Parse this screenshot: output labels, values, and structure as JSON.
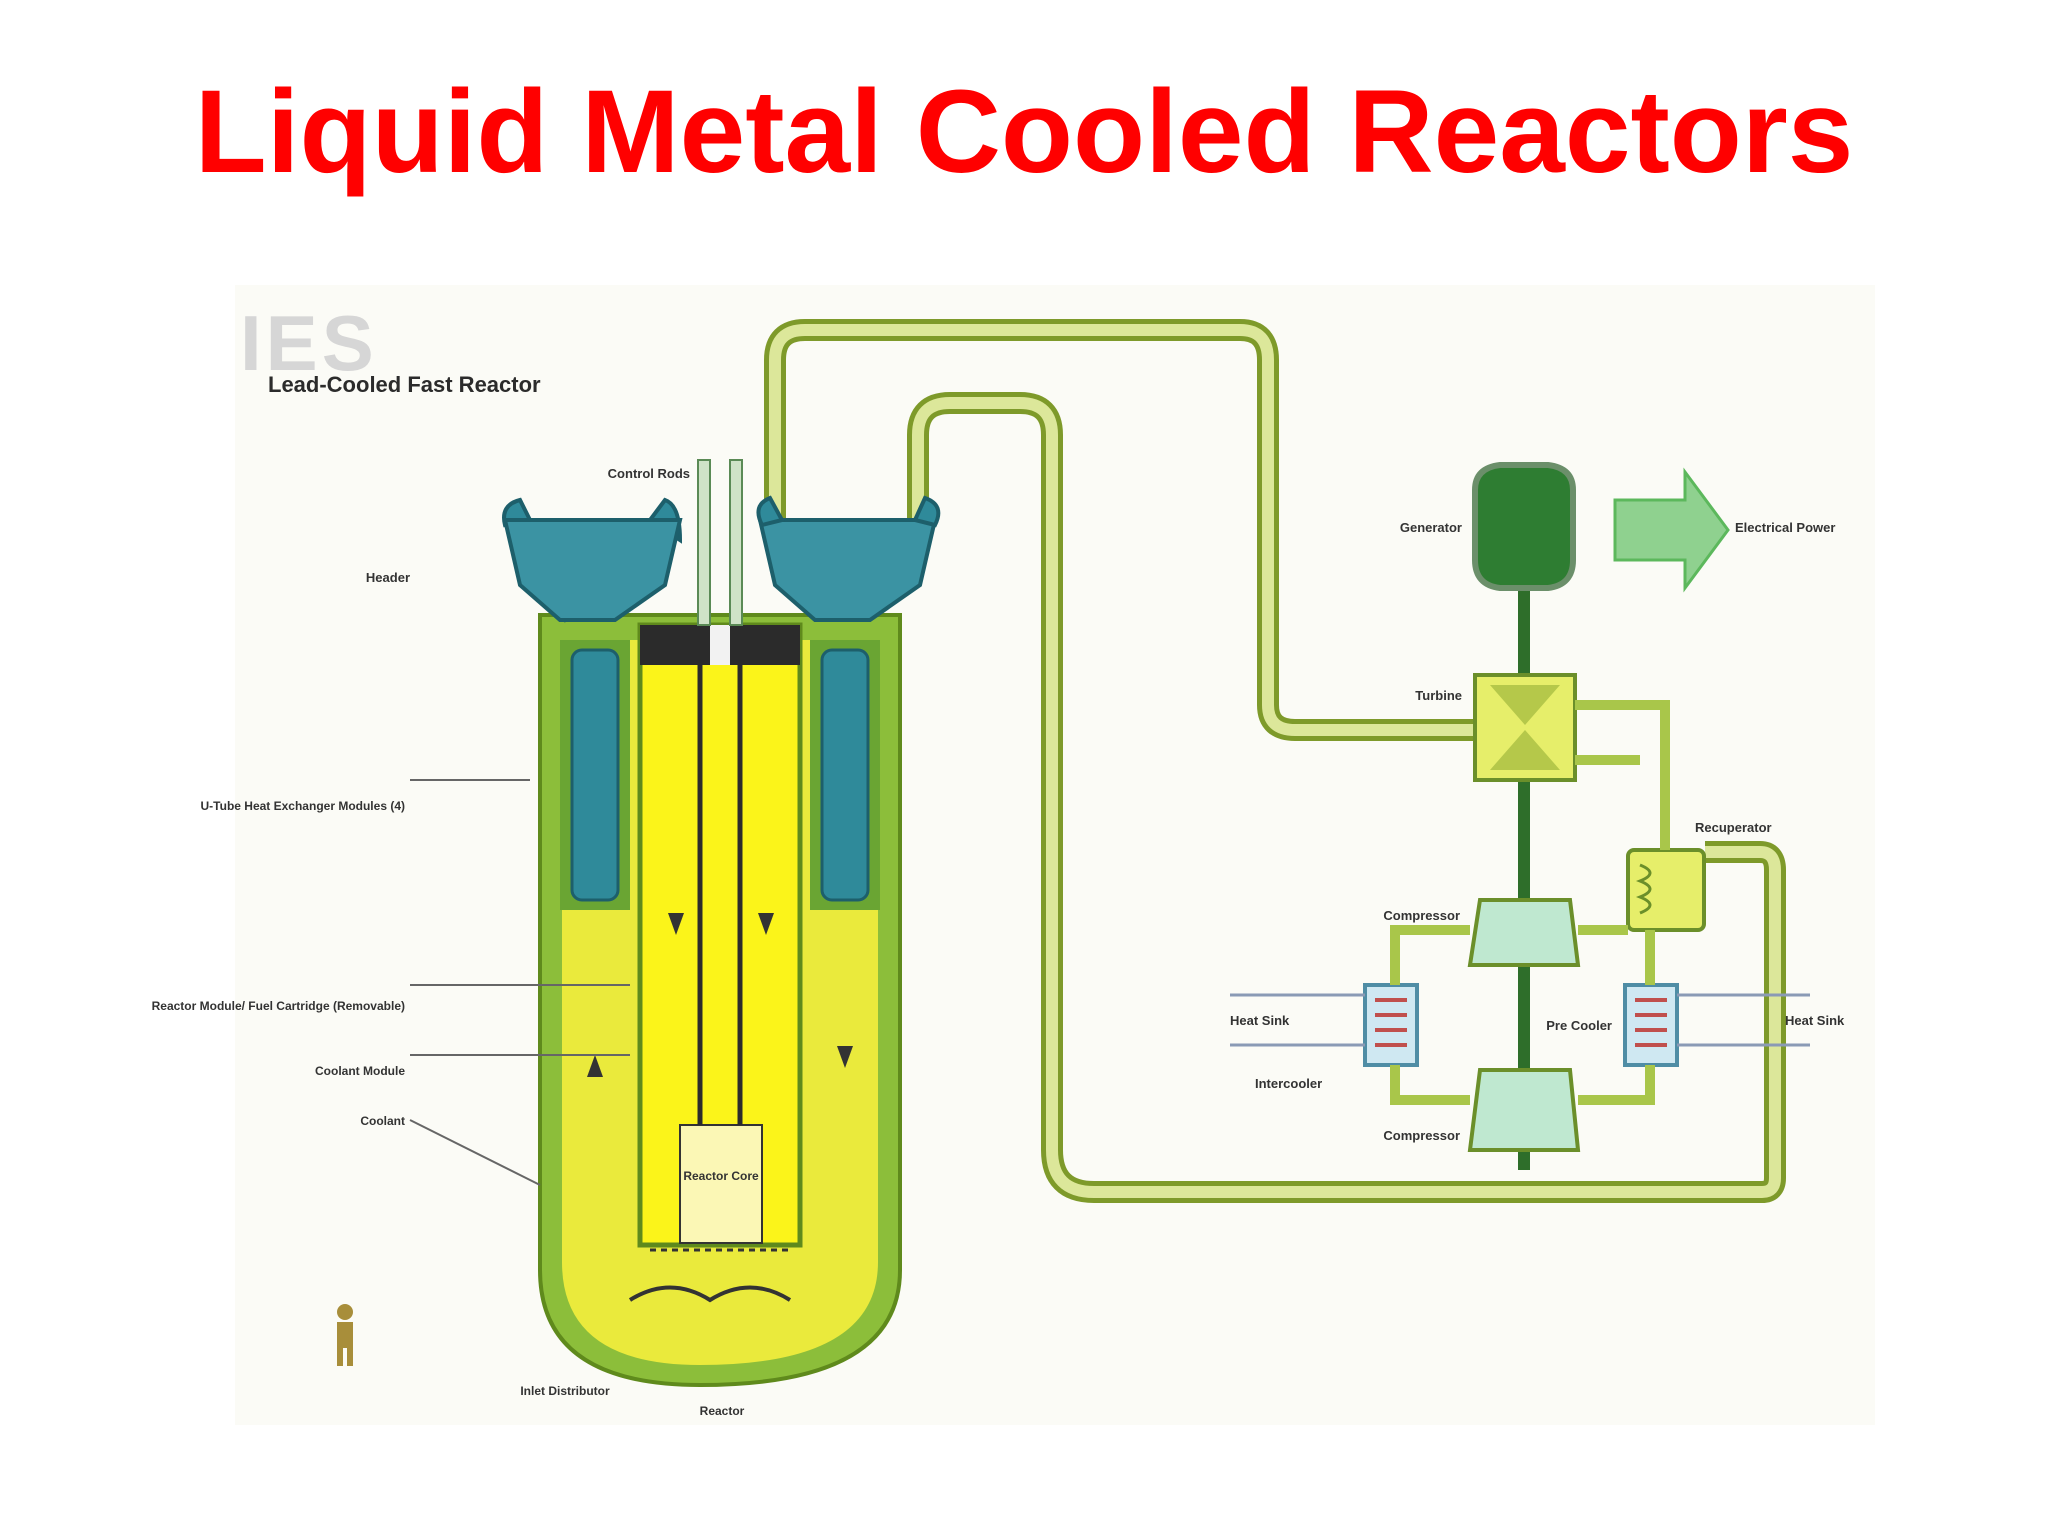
{
  "slide": {
    "title": "Liquid Metal Cooled Reactors"
  },
  "diagram": {
    "logo_text": "IES",
    "subtitle": "Lead-Cooled Fast Reactor",
    "labels": {
      "control_rods": "Control Rods",
      "header": "Header",
      "u_tube_heat_exchanger": "U-Tube Heat Exchanger Modules (4)",
      "reactor_module": "Reactor Module/ Fuel Cartridge (Removable)",
      "coolant_module": "Coolant Module",
      "coolant": "Coolant",
      "reactor_core": "Reactor Core",
      "inlet_distributor": "Inlet Distributor",
      "reactor": "Reactor",
      "generator": "Generator",
      "electrical_power": "Electrical Power",
      "turbine": "Turbine",
      "recuperator": "Recuperator",
      "compressor_top": "Compressor",
      "compressor_bottom": "Compressor",
      "heat_sink_left": "Heat Sink",
      "heat_sink_right": "Heat Sink",
      "intercooler": "Intercooler",
      "pre_cooler": "Pre Cooler"
    },
    "colors": {
      "yellow": "#f2ef1c",
      "vessel_green": "#8cbe3a",
      "pipe_green": "#a9c64a",
      "teal": "#2f8a9a",
      "generator_green": "#2e7d32",
      "arrow_green": "#5cb85c"
    }
  }
}
